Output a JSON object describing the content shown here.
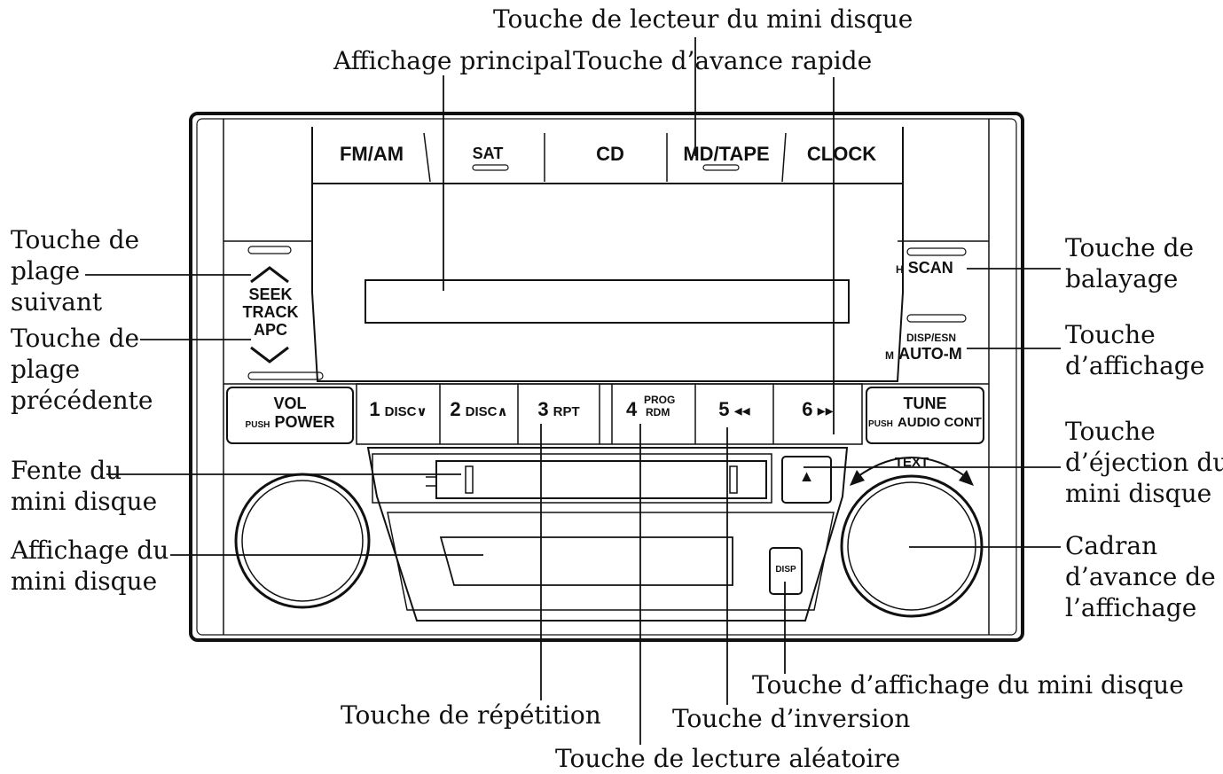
{
  "labels": {
    "md_player_key": "Touche de lecteur du mini disque",
    "main_display": "Affichage principal",
    "fast_forward_key": "Touche d’avance rapide",
    "next_track_key": [
      "Touche de",
      "plage",
      "suivant"
    ],
    "prev_track_key": [
      "Touche de",
      "plage",
      "précédente"
    ],
    "md_slot": [
      "Fente du",
      "mini disque"
    ],
    "md_display": [
      "Affichage du",
      "mini disque"
    ],
    "scan_key": [
      "Touche de",
      "balayage"
    ],
    "display_key": [
      "Touche",
      "d’affichage"
    ],
    "md_eject_key": [
      "Touche",
      "d’éjection du",
      "mini disque"
    ],
    "display_advance_dial": [
      "Cadran",
      "d’avance de",
      "l’affichage"
    ],
    "md_display_key": "Touche d’affichage du mini disque",
    "repeat_key": "Touche de répétition",
    "reverse_key": "Touche d’inversion",
    "random_key": "Touche de lecture aléatoire"
  },
  "unit": {
    "mode_buttons": [
      "FM/AM",
      "SAT",
      "CD",
      "MD/TAPE",
      "CLOCK"
    ],
    "seek_lines": [
      "SEEK",
      "TRACK",
      "APC"
    ],
    "scan": {
      "prefix": "H",
      "label": "SCAN"
    },
    "disp_esn": "DISP/ESN",
    "auto_m": {
      "prefix": "M",
      "label": "AUTO-M"
    },
    "vol": {
      "top": "VOL",
      "push": "PUSH",
      "label": "POWER"
    },
    "tune": {
      "top": "TUNE",
      "push": "PUSH",
      "label": "AUDIO CONT"
    },
    "presets": {
      "p1": {
        "num": "1",
        "label": "DISC∨"
      },
      "p2": {
        "num": "2",
        "label": "DISC∧"
      },
      "p3": {
        "num": "3",
        "label": "RPT"
      },
      "p4": {
        "num": "4",
        "label1": "PROG",
        "label2": "RDM"
      },
      "p5": {
        "num": "5",
        "label": "◂◂"
      },
      "p6": {
        "num": "6",
        "label": "▸▸"
      }
    },
    "eject_symbol": "▲",
    "text_label": "TEXT",
    "disp_button": "DISP"
  }
}
